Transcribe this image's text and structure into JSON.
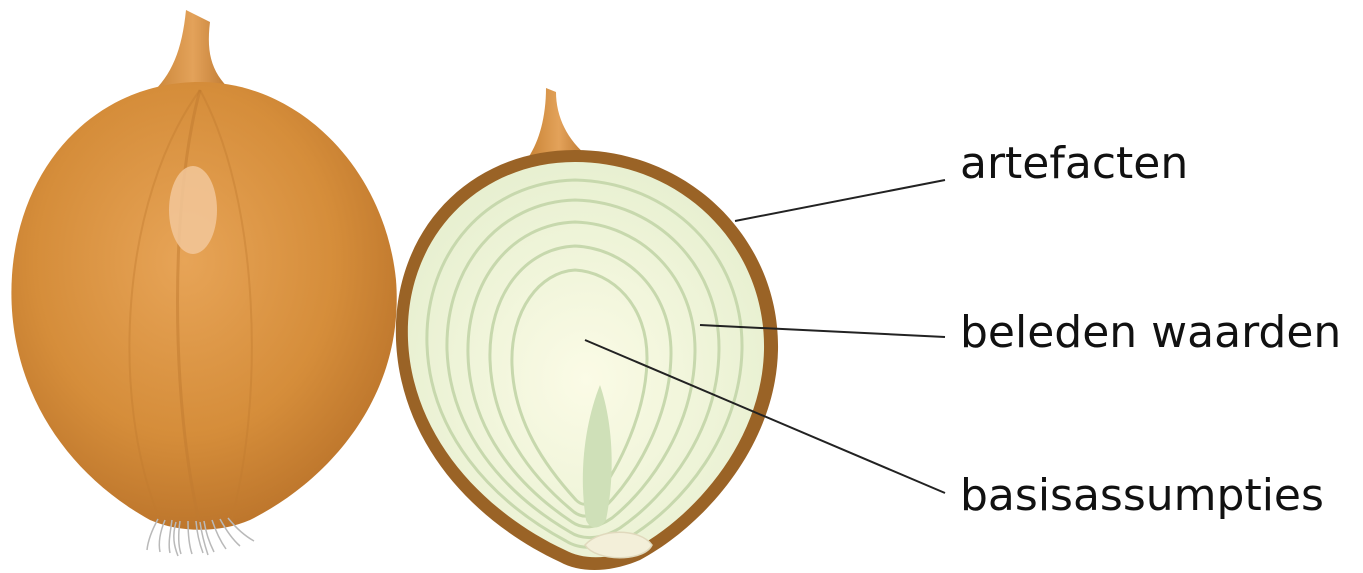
{
  "labels": {
    "artefacten": "artefacten",
    "beleden_waarden": "beleden waarden",
    "basisassumpties": "basisassumpties"
  },
  "colors": {
    "onion_skin": "#d8903c",
    "onion_skin_dark": "#9a6326",
    "flesh": "#f5f7dc",
    "ring": "#c9d9b0",
    "leader_line": "#222222"
  }
}
